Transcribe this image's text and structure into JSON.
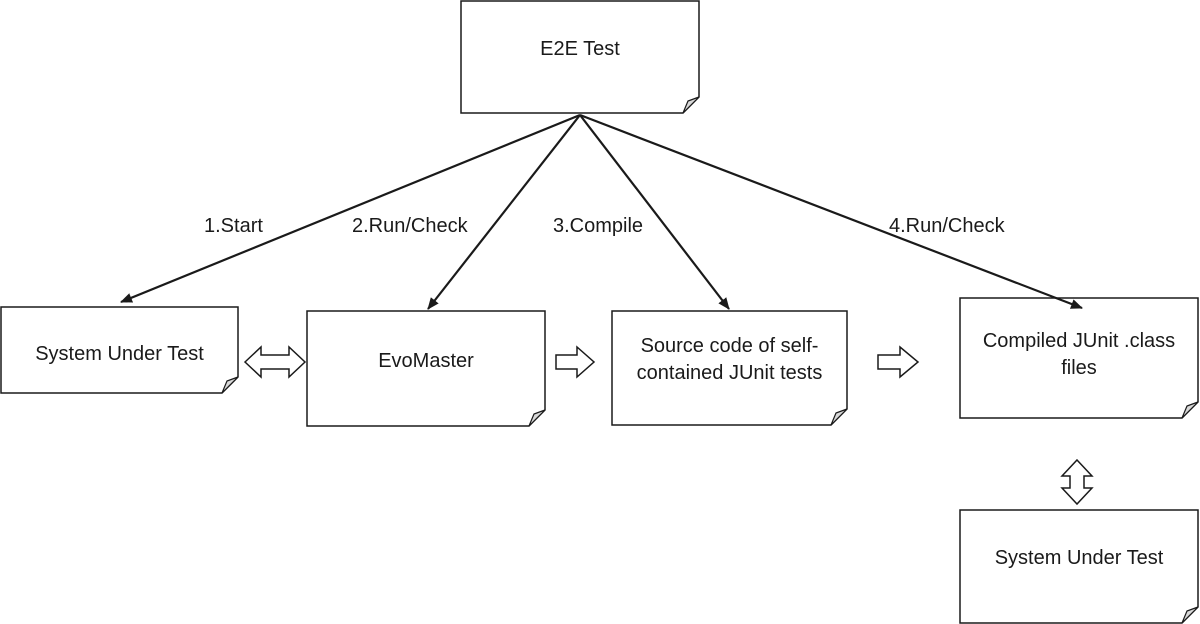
{
  "nodes": {
    "e2e_test": {
      "label": "E2E Test"
    },
    "sut_left": {
      "label": "System Under Test"
    },
    "evomaster": {
      "label": "EvoMaster"
    },
    "source_code": {
      "label": "Source code of self-\ncontained JUnit tests"
    },
    "compiled": {
      "label": "Compiled JUnit .class\nfiles"
    },
    "sut_bottom": {
      "label": "System Under Test"
    }
  },
  "edges": {
    "start": {
      "label": "1.Start"
    },
    "run_check_1": {
      "label": "2.Run/Check"
    },
    "compile": {
      "label": "3.Compile"
    },
    "run_check_2": {
      "label": "4.Run/Check"
    }
  },
  "colors": {
    "stroke": "#1a1a1a",
    "fold": "#d9d9d9",
    "fill": "#ffffff"
  }
}
